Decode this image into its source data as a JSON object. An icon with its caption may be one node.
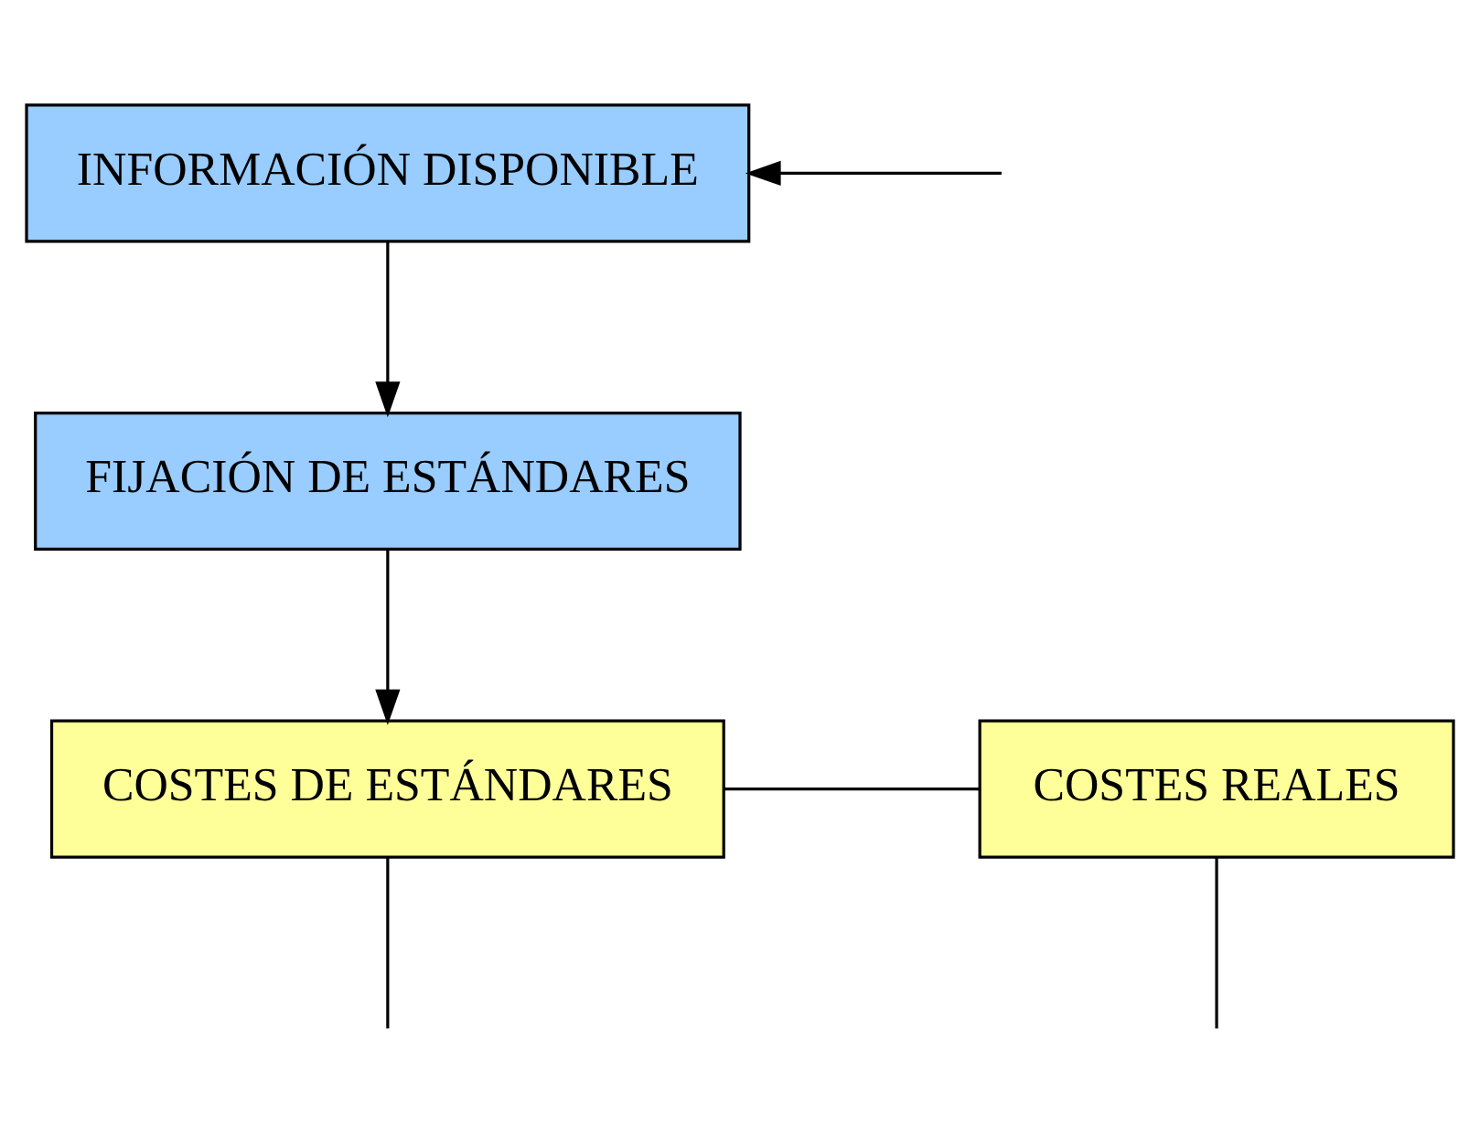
{
  "diagram": {
    "nodes": [
      {
        "text": [
          "INFORMACIÓN DISPONIBLE"
        ]
      },
      {
        "text": [
          "FIJACIÓN DE ESTÁNDARES"
        ]
      },
      {
        "text": [
          "COSTES DE ESTÁNDARES"
        ]
      },
      {
        "text": [
          "COSTES REALES"
        ]
      }
    ],
    "edges": [
      {
        "from": 0,
        "to": 1,
        "arrow": "to"
      },
      {
        "from": 1,
        "to": 2,
        "arrow": "to"
      },
      {
        "from": 2,
        "to": 3,
        "arrow": "none"
      },
      {
        "from": 2,
        "to": null,
        "arrow": "none"
      },
      {
        "from": 3,
        "to": null,
        "arrow": "none"
      },
      {
        "from": null,
        "to": 0,
        "arrow": "to"
      }
    ]
  }
}
